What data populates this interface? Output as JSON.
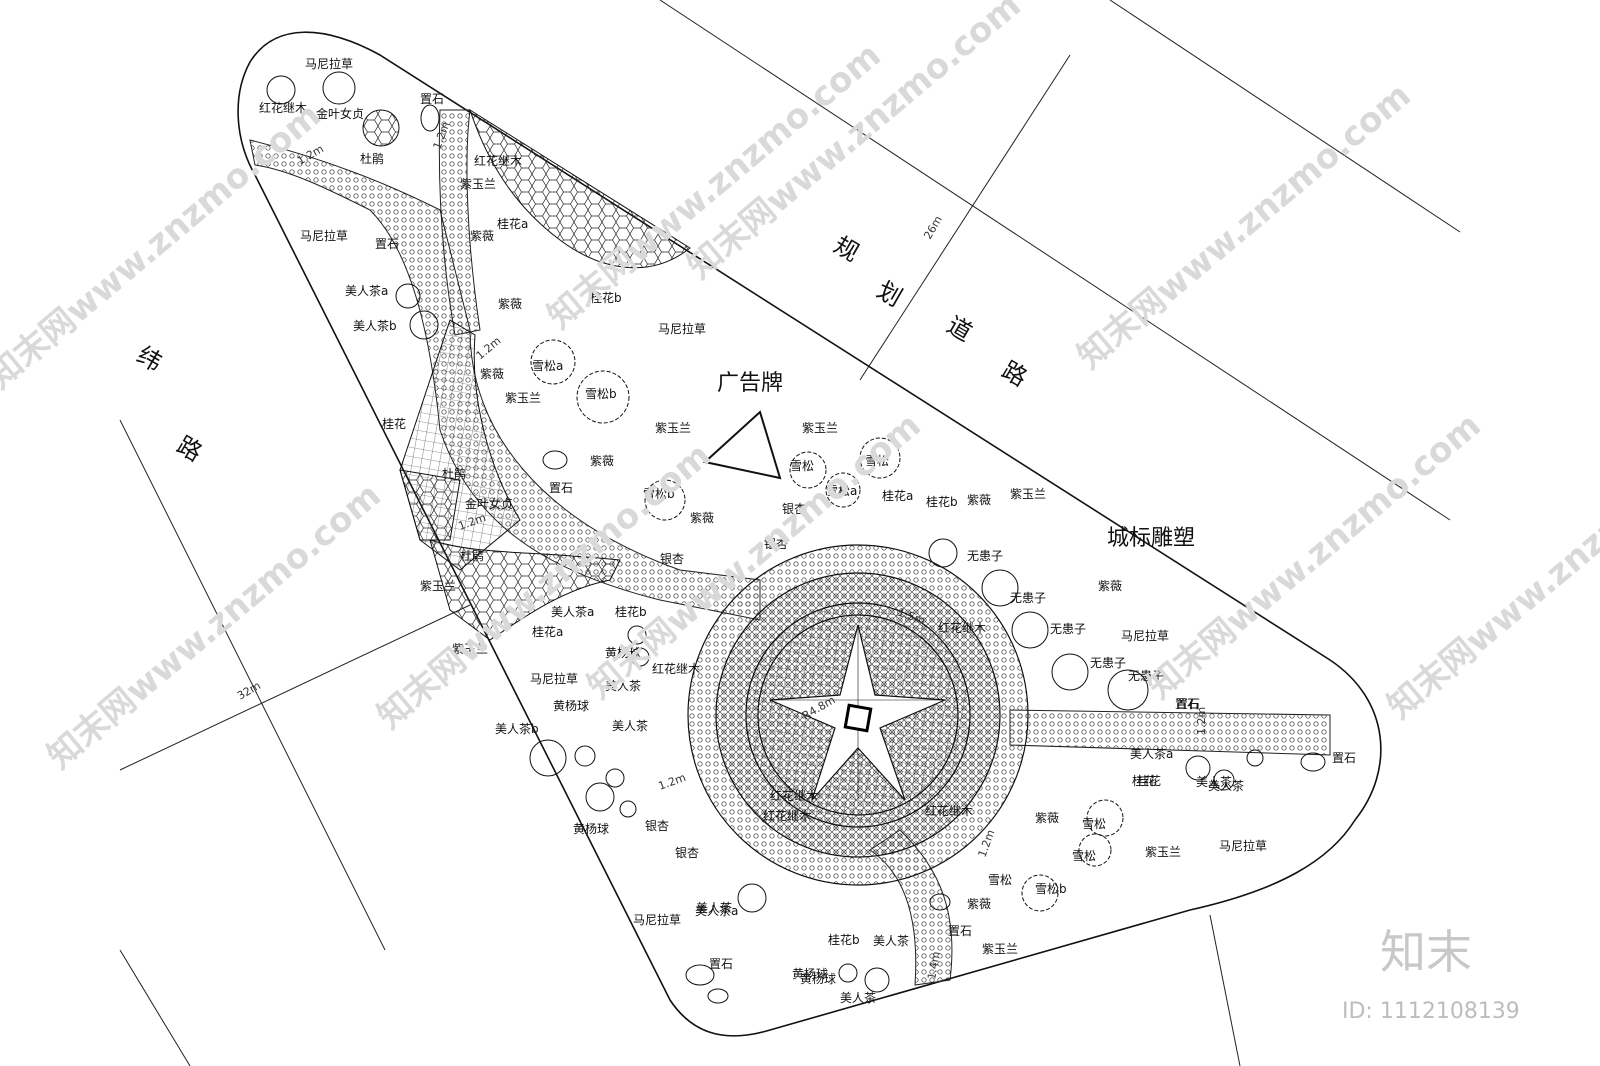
{
  "roads": {
    "left_name": [
      "纬",
      "路"
    ],
    "right_name": [
      "规",
      "划",
      "道",
      "路"
    ],
    "dim_right": "26m",
    "dim_left": "32m"
  },
  "features": {
    "billboard": "广告牌",
    "sculpture": "城标雕塑"
  },
  "plants": [
    "马尼拉草",
    "红花继木",
    "金叶女贞",
    "置石",
    "杜鹃",
    "红花继木",
    "紫玉兰",
    "马尼拉草",
    "置石",
    "桂花a",
    "紫薇",
    "美人茶a",
    "紫薇",
    "桂花b",
    "马尼拉草",
    "美人茶b",
    "雪松a",
    "紫薇",
    "雪松b",
    "紫玉兰",
    "桂花",
    "杜鹃",
    "紫玉兰",
    "紫薇",
    "置石",
    "金叶女贞",
    "紫玉兰",
    "雪松",
    "雪松b",
    "雪松a",
    "雪松",
    "桂花a",
    "桂花b",
    "紫薇",
    "紫玉兰",
    "银杏",
    "紫薇",
    "银杏",
    "银杏",
    "无患子",
    "无患子",
    "无患子",
    "无患子",
    "无患子",
    "紫薇",
    "马尼拉草",
    "杜鹃",
    "紫玉兰",
    "美人茶a",
    "桂花b",
    "桂花a",
    "紫玉兰",
    "黄杨球",
    "马尼拉草",
    "红花继木",
    "美人茶",
    "黄杨球",
    "美人茶b",
    "美人茶",
    "美人茶a",
    "黄杨球",
    "银杏",
    "银杏",
    "红花继木",
    "置石",
    "美人茶",
    "黄杨球",
    "桂花",
    "美人茶",
    "紫薇",
    "雪松",
    "雪松",
    "紫玉兰",
    "马尼拉草",
    "雪松",
    "雪松b",
    "紫薇",
    "置石",
    "紫玉兰",
    "马尼拉草",
    "美人茶a",
    "桂花b",
    "美人茶",
    "置石",
    "黄杨球",
    "美人茶",
    "置石",
    "红花继木",
    "红花继木",
    "红花继木",
    "桂花",
    "置石",
    "美人茶"
  ],
  "dimensions": [
    "1.2m",
    "1.2m",
    "1.2m",
    "1.2m",
    "1.5m",
    "1.2m",
    "1.2m",
    "1.2m",
    "R4.8m",
    "1.4m"
  ],
  "watermark": {
    "repeat": "知末网www.znzmo.com",
    "brand": "知末",
    "id": "ID: 1112108139"
  }
}
